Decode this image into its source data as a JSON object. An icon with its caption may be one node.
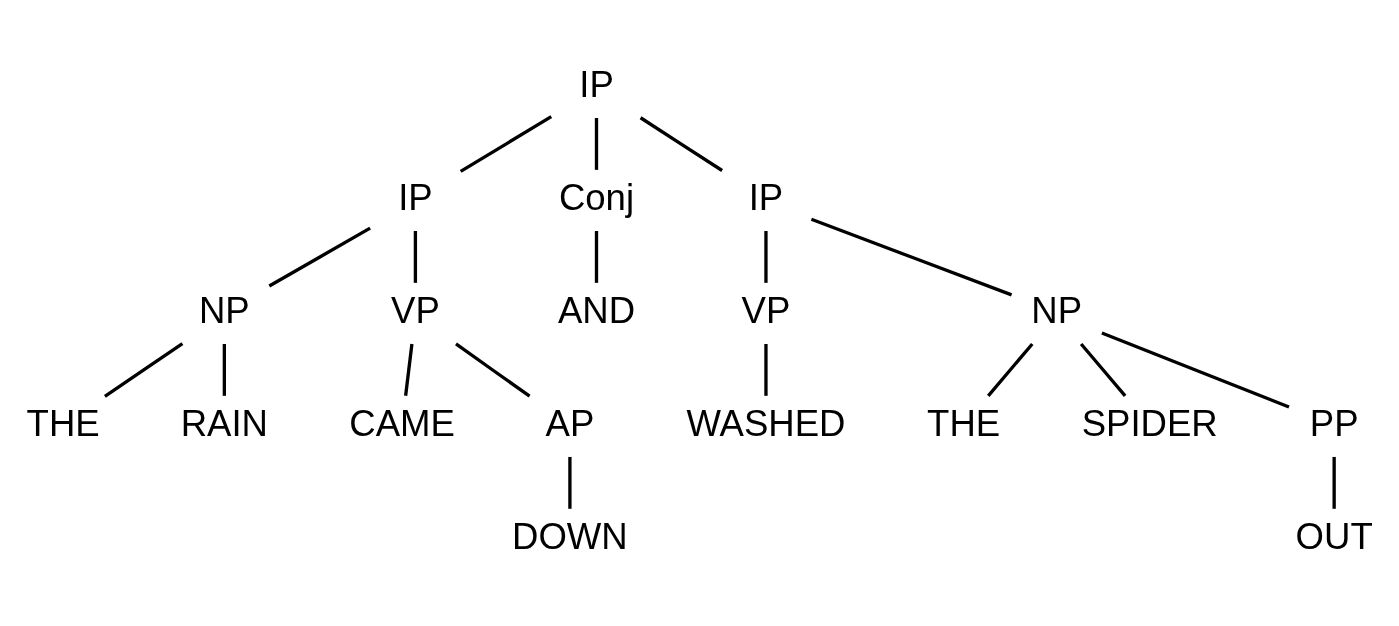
{
  "diagram": {
    "nodes": [
      {
        "text": [
          "IP"
        ]
      },
      {
        "text": [
          "IP"
        ]
      },
      {
        "text": [
          "NP"
        ]
      },
      {
        "text": [
          "VP"
        ]
      },
      {
        "text": [
          "Conj"
        ]
      },
      {
        "text": [
          "IP"
        ]
      },
      {
        "text": [
          "THE"
        ]
      },
      {
        "text": [
          "RAIN"
        ]
      },
      {
        "text": [
          "CAME"
        ]
      },
      {
        "text": [
          "AP"
        ]
      },
      {
        "text": [
          "DOWN"
        ]
      },
      {
        "text": [
          "AND"
        ]
      },
      {
        "text": [
          "VP"
        ]
      },
      {
        "text": [
          "NP"
        ]
      },
      {
        "text": [
          "WASHED"
        ]
      },
      {
        "text": [
          "THE"
        ]
      },
      {
        "text": [
          "SPIDER"
        ]
      },
      {
        "text": [
          "PP"
        ]
      },
      {
        "text": [
          "OUT"
        ]
      }
    ],
    "edges": [
      {
        "from": 0,
        "to": 1,
        "arrow": "none"
      },
      {
        "from": 0,
        "to": 4,
        "arrow": "none"
      },
      {
        "from": 0,
        "to": 5,
        "arrow": "none"
      },
      {
        "from": 1,
        "to": 2,
        "arrow": "none"
      },
      {
        "from": 1,
        "to": 3,
        "arrow": "none"
      },
      {
        "from": 2,
        "to": 6,
        "arrow": "none"
      },
      {
        "from": 2,
        "to": 7,
        "arrow": "none"
      },
      {
        "from": 3,
        "to": 8,
        "arrow": "none"
      },
      {
        "from": 3,
        "to": 9,
        "arrow": "none"
      },
      {
        "from": 9,
        "to": 10,
        "arrow": "none"
      },
      {
        "from": 4,
        "to": 11,
        "arrow": "none"
      },
      {
        "from": 5,
        "to": 12,
        "arrow": "none"
      },
      {
        "from": 5,
        "to": 13,
        "arrow": "none"
      },
      {
        "from": 12,
        "to": 14,
        "arrow": "none"
      },
      {
        "from": 13,
        "to": 15,
        "arrow": "none"
      },
      {
        "from": 13,
        "to": 16,
        "arrow": "none"
      },
      {
        "from": 13,
        "to": 17,
        "arrow": "none"
      },
      {
        "from": 17,
        "to": 18,
        "arrow": "none"
      }
    ]
  }
}
